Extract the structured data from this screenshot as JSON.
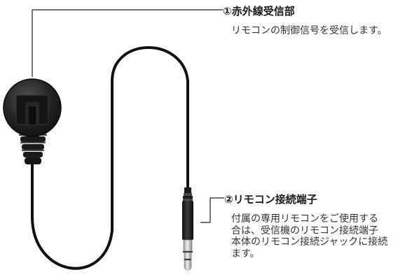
{
  "callouts": [
    {
      "title": "①赤外線受信部",
      "lines": [
        "リモコンの制御信号を受信します。"
      ]
    },
    {
      "title": "②リモコン接続端子",
      "lines": [
        "付属の専用リモコンをご使用する",
        "合は、受信機のリモコン接続端子",
        "本体のリモコン接続ジャックに接続",
        "ます。"
      ]
    }
  ],
  "colors": {
    "cable": "#111111",
    "receiver_body": "#1c1c1c",
    "receiver_highlight": "#4a4a4a",
    "plug_tip": "#c9c9c9",
    "leader_line": "#222222"
  }
}
